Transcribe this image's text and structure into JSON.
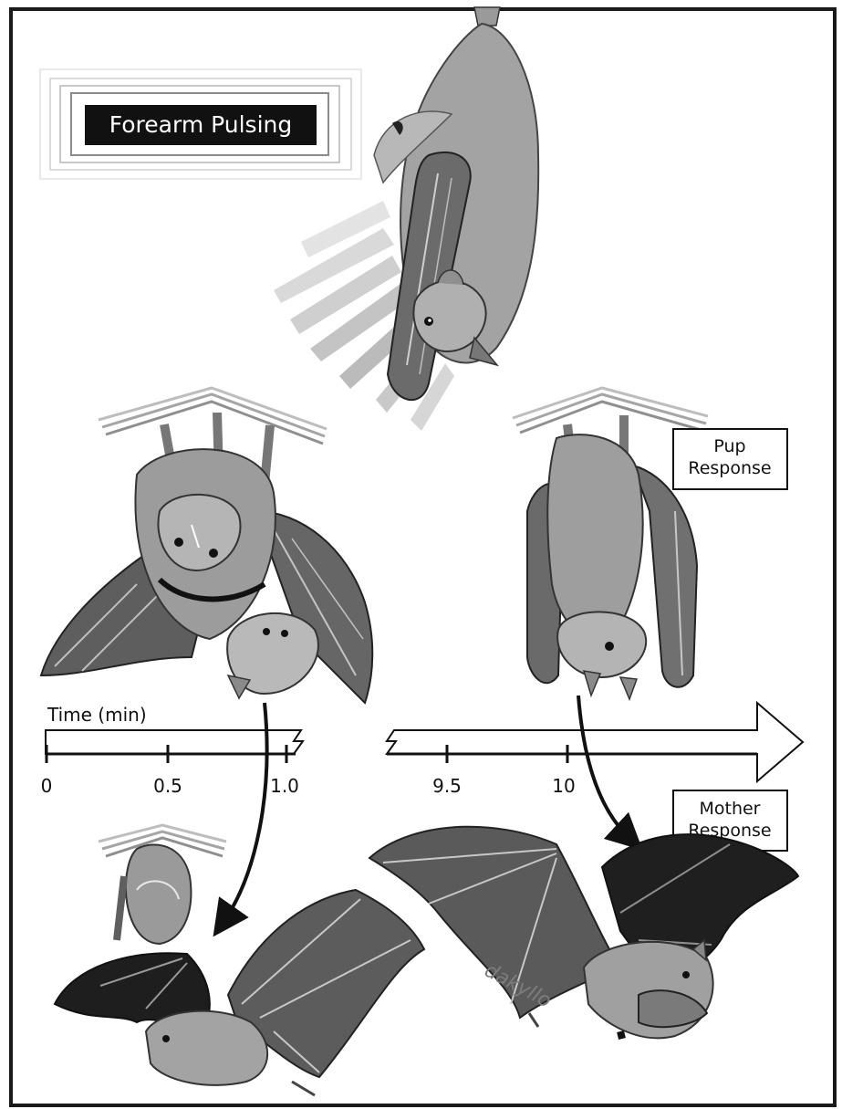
{
  "title_badge": {
    "label": "Forearm Pulsing"
  },
  "callouts": {
    "pup_response": [
      "Pup",
      "Response"
    ],
    "mother_response": [
      "Mother",
      "Response"
    ]
  },
  "timeline": {
    "axis_label": "Time (min)",
    "ticks_left": [
      "0",
      "0.5",
      "1.0"
    ],
    "ticks_right": [
      "9.5",
      "10"
    ]
  },
  "artist_signature": "dakyllo",
  "colors": {
    "fur_light": "#a9a9a9",
    "fur_mid": "#8a8a8a",
    "membrane_dark": "#5b5b5b",
    "membrane_black": "#1e1e1e",
    "line": "#111111"
  }
}
